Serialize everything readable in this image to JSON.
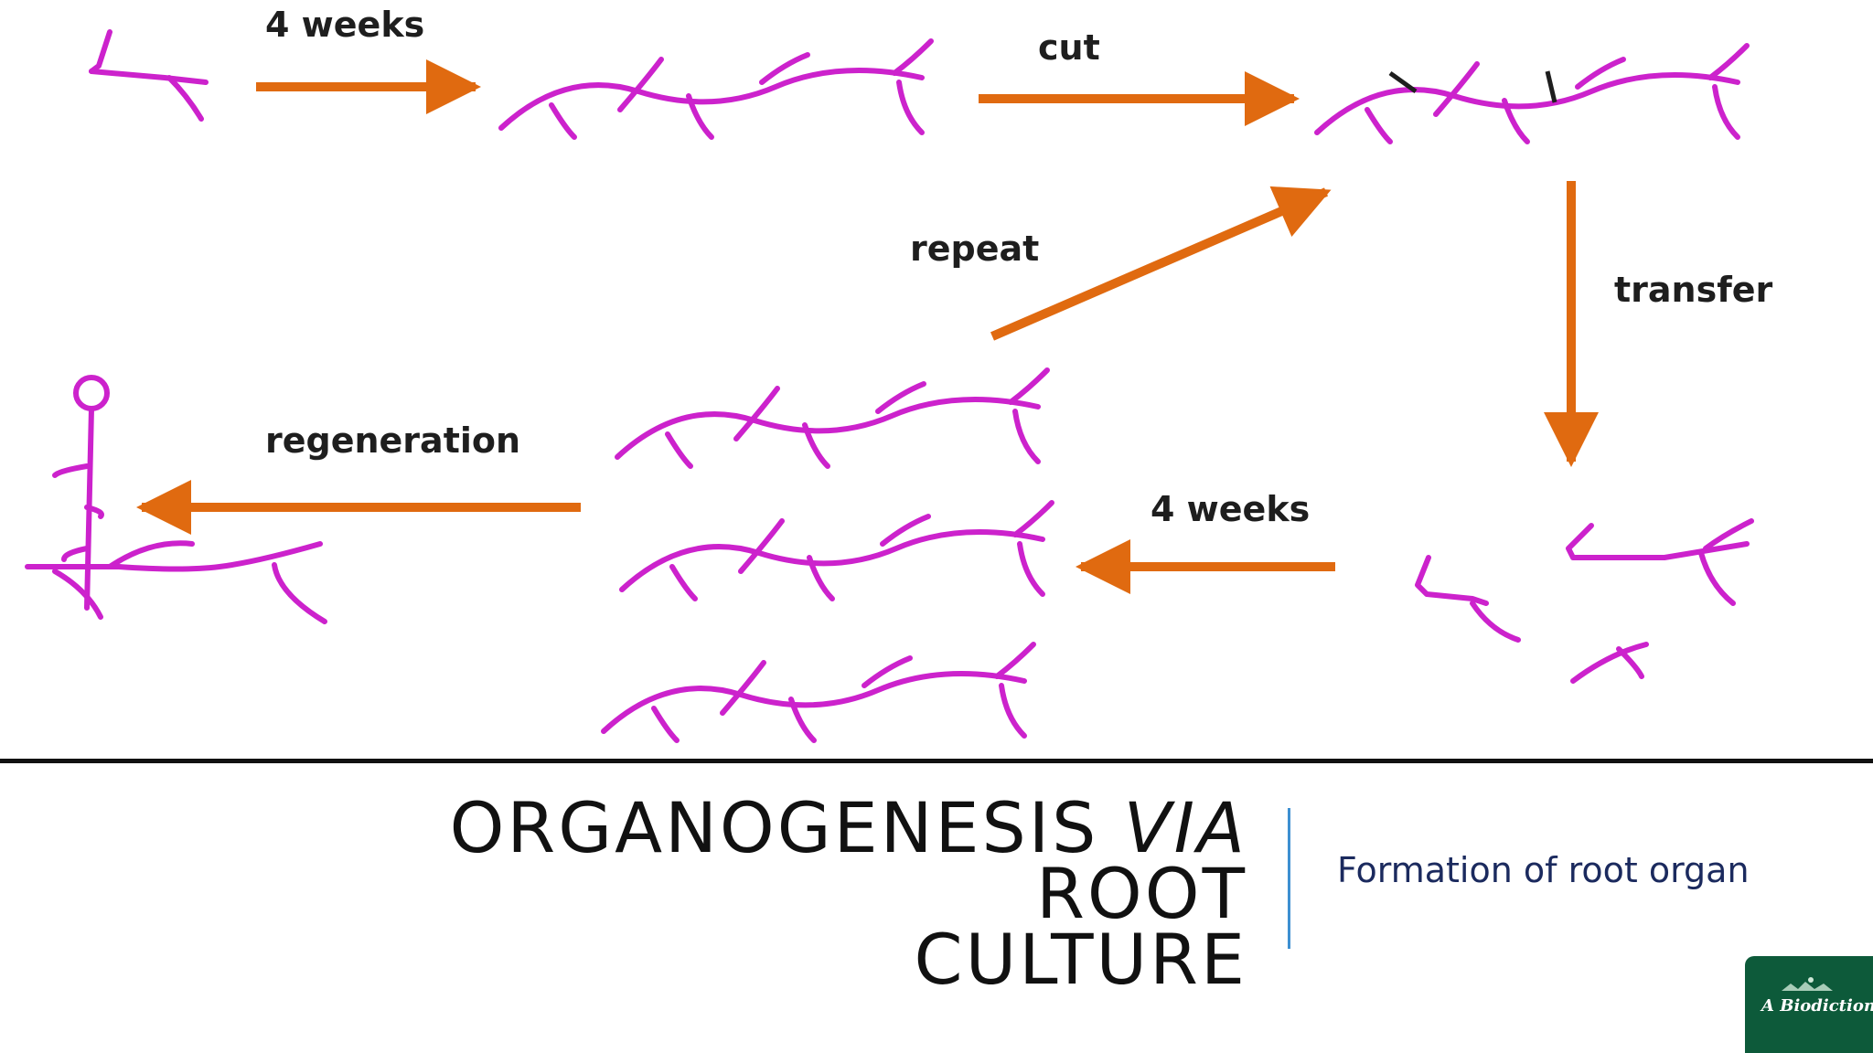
{
  "diagram": {
    "labels": {
      "weeks_top": "4 weeks",
      "cut": "cut",
      "repeat": "repeat",
      "transfer": "transfer",
      "regeneration": "regeneration",
      "weeks_bottom": "4 weeks"
    },
    "colors": {
      "root": "#cc22cc",
      "arrow": "#e06a10",
      "text": "#1e1e1e"
    }
  },
  "footer": {
    "title_line1_a": "ORGANOGENESIS ",
    "title_line1_italic": "VIA",
    "title_line1_b": " ROOT",
    "title_line2": "CULTURE",
    "subtitle": "Formation of root organ",
    "accent_color": "#3d8fd1"
  },
  "logo": {
    "name": "A Biodiction",
    "icon": "landscape-logo-icon"
  }
}
